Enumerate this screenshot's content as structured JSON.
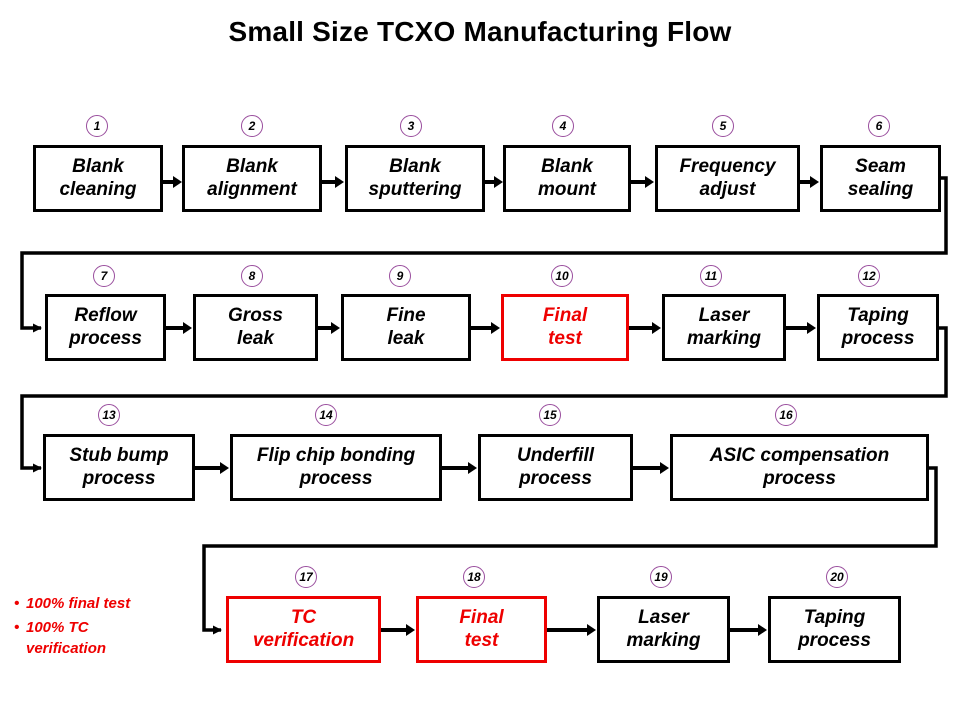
{
  "title": "Small Size TCXO Manufacturing Flow",
  "colors": {
    "box_border": "#000000",
    "highlight": "#ee0000",
    "step_circle": "#9a4f9e",
    "background": "#ffffff"
  },
  "steps": [
    {
      "number": "1",
      "label": "Blank\ncleaning",
      "highlight": false,
      "row": 1
    },
    {
      "number": "2",
      "label": "Blank\nalignment",
      "highlight": false,
      "row": 1
    },
    {
      "number": "3",
      "label": "Blank\nsputtering",
      "highlight": false,
      "row": 1
    },
    {
      "number": "4",
      "label": "Blank\nmount",
      "highlight": false,
      "row": 1
    },
    {
      "number": "5",
      "label": "Frequency\nadjust",
      "highlight": false,
      "row": 1
    },
    {
      "number": "6",
      "label": "Seam\nsealing",
      "highlight": false,
      "row": 1
    },
    {
      "number": "7",
      "label": "Reflow\nprocess",
      "highlight": false,
      "row": 2
    },
    {
      "number": "8",
      "label": "Gross\nleak",
      "highlight": false,
      "row": 2
    },
    {
      "number": "9",
      "label": "Fine\nleak",
      "highlight": false,
      "row": 2
    },
    {
      "number": "10",
      "label": "Final\ntest",
      "highlight": true,
      "row": 2
    },
    {
      "number": "11",
      "label": "Laser\nmarking",
      "highlight": false,
      "row": 2
    },
    {
      "number": "12",
      "label": "Taping\nprocess",
      "highlight": false,
      "row": 2
    },
    {
      "number": "13",
      "label": "Stub bump\nprocess",
      "highlight": false,
      "row": 3
    },
    {
      "number": "14",
      "label": "Flip chip bonding\nprocess",
      "highlight": false,
      "row": 3
    },
    {
      "number": "15",
      "label": "Underfill\nprocess",
      "highlight": false,
      "row": 3
    },
    {
      "number": "16",
      "label": "ASIC compensation\nprocess",
      "highlight": false,
      "row": 3
    },
    {
      "number": "17",
      "label": "TC\nverification",
      "highlight": true,
      "row": 4
    },
    {
      "number": "18",
      "label": "Final\ntest",
      "highlight": true,
      "row": 4
    },
    {
      "number": "19",
      "label": "Laser\nmarking",
      "highlight": false,
      "row": 4
    },
    {
      "number": "20",
      "label": "Taping\nprocess",
      "highlight": false,
      "row": 4
    }
  ],
  "notes": {
    "bullet_glyph": "•",
    "items": [
      "100% final test",
      "100% TC\nverification"
    ]
  }
}
